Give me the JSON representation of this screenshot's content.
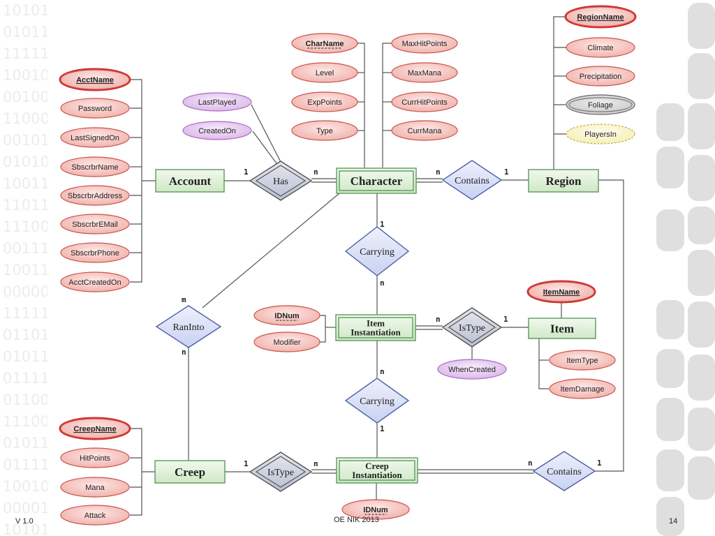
{
  "slide": {
    "version": "V 1.0",
    "credit": "OE NIK 2013",
    "page_number": "14"
  },
  "background": {
    "binary_rows": [
      "10101",
      "01011",
      "11111",
      "10010",
      "00100",
      "11000",
      "00101",
      "01010",
      "10011",
      "11011",
      "11100",
      "00111",
      "10011",
      "00000",
      "11111",
      "01101",
      "01011",
      "01111",
      "01100",
      "11100",
      "01011",
      "01111",
      "10010",
      "00001",
      "10101"
    ],
    "block_color": "#d9d9d9"
  },
  "colors": {
    "attribute_fill": "#f4c6c2",
    "attribute_stroke": "#c8524a",
    "relationship_attr_fill": "#e9d2f2",
    "relationship_attr_stroke": "#a86cc0",
    "derived_fill": "#fbf6cf",
    "entity_fill": "#dff0d8",
    "entity_stroke": "#5a9a5a",
    "relationship_fill": "#dfe4f7",
    "relationship_stroke": "#4d5fa8",
    "line": "#555555"
  },
  "entities": {
    "account": "Account",
    "character": "Character",
    "region": "Region",
    "item": "Item",
    "item_instantiation": [
      "Item",
      "Instantiation"
    ],
    "creep": "Creep",
    "creep_instantiation": [
      "Creep",
      "Instantiation"
    ]
  },
  "relationships": {
    "has": "Has",
    "contains_region": "Contains",
    "carrying_1": "Carrying",
    "ran_into": "RanInto",
    "is_type_item": "IsType",
    "carrying_2": "Carrying",
    "is_type_creep": "IsType",
    "contains_creep": "Contains"
  },
  "attributes": {
    "account": [
      "AcctName",
      "Password",
      "LastSignedOn",
      "SbscrbrName",
      "SbscrbrAddress",
      "SbscrbrEMail",
      "SbscrbrPhone",
      "AcctCreatedOn"
    ],
    "character_left": [
      "CharName",
      "Level",
      "ExpPoints",
      "Type"
    ],
    "character_right": [
      "MaxHitPoints",
      "MaxMana",
      "CurrHitPoints",
      "CurrMana"
    ],
    "region": [
      "RegionName",
      "Climate",
      "Precipitation",
      "Foliage",
      "PlayersIn"
    ],
    "has": [
      "LastPlayed",
      "CreatedOn"
    ],
    "item_instantiation": [
      "IDNum",
      "Modifier"
    ],
    "item": [
      "ItemName",
      "ItemType",
      "ItemDamage"
    ],
    "is_type_item": [
      "WhenCreated"
    ],
    "creep": [
      "CreepName",
      "HitPoints",
      "Mana",
      "Attack"
    ],
    "creep_instantiation": [
      "IDNum"
    ]
  },
  "cardinalities": {
    "has_account": "1",
    "has_character": "n",
    "contains_character": "n",
    "contains_region": "1",
    "carrying1_character": "1",
    "carrying1_item": "n",
    "ranInto_character": "m",
    "ranInto_creep": "n",
    "isType_iteminst": "n",
    "isType_item": "1",
    "carrying2_iteminst": "n",
    "carrying2_creepinst": "1",
    "isTypeCreep_creep": "1",
    "isTypeCreep_creepinst": "n",
    "containsCreep_creepinst": "n",
    "containsCreep_region": "1"
  }
}
